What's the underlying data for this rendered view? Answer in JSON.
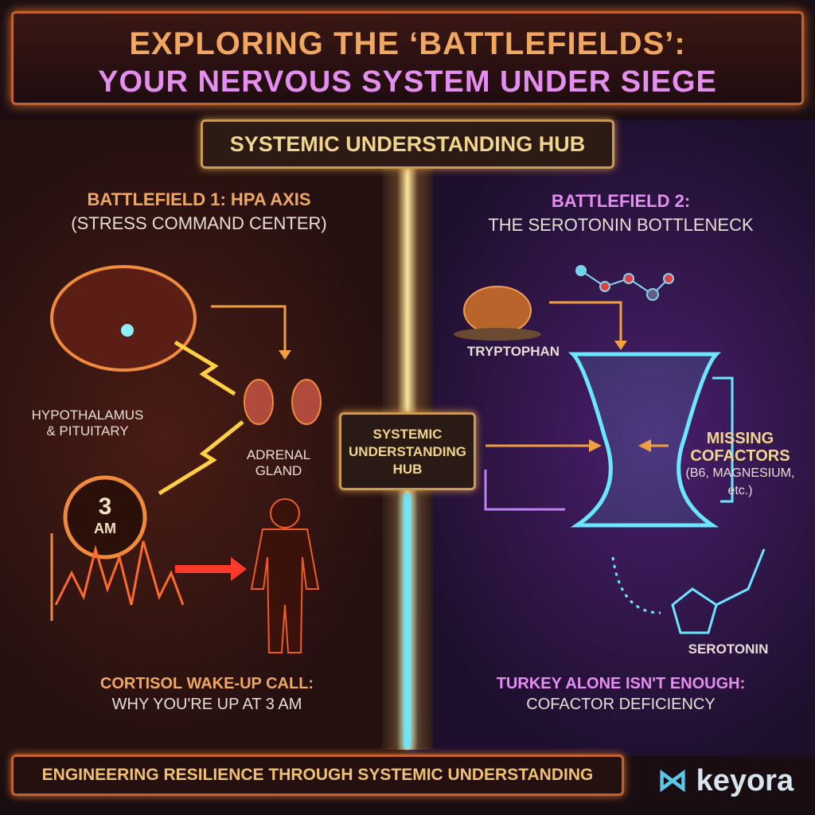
{
  "header": {
    "line1": "EXPLORING THE ‘BATTLEFIELDS’:",
    "line2": "YOUR NERVOUS SYSTEM UNDER SIEGE"
  },
  "hub_top": "SYSTEMIC UNDERSTANDING HUB",
  "hub_center": [
    "SYSTEMIC",
    "UNDERSTANDING",
    "HUB"
  ],
  "left": {
    "title1": "BATTLEFIELD 1: HPA AXIS",
    "title2": "(STRESS COMMAND CENTER)",
    "brain_label1": "HYPOTHALAMUS",
    "brain_label2": "& PITUITARY",
    "adrenal1": "ADRENAL",
    "adrenal2": "GLAND",
    "clock_num": "3",
    "clock_unit": "AM",
    "caption1": "CORTISOL WAKE-UP CALL:",
    "caption2": "WHY YOU'RE UP AT 3 AM"
  },
  "right": {
    "title1": "BATTLEFIELD 2:",
    "title2": "THE SEROTONIN BOTTLENECK",
    "tryptophan": "TRYPTOPHAN",
    "missing1": "MISSING",
    "missing2": "COFACTORS",
    "missing3": "(B6, MAGNESIUM,",
    "missing4": "etc.)",
    "serotonin": "SEROTONIN",
    "caption1": "TURKEY ALONE ISN'T ENOUGH:",
    "caption2": "COFACTOR DEFICIENCY"
  },
  "footer": "ENGINEERING RESILIENCE THROUGH SYSTEMIC UNDERSTANDING",
  "logo": "keyora",
  "colors": {
    "orange": "#f0a860",
    "magenta": "#e48ff0",
    "cyan": "#6be6ff",
    "gold": "#f2d58c"
  }
}
